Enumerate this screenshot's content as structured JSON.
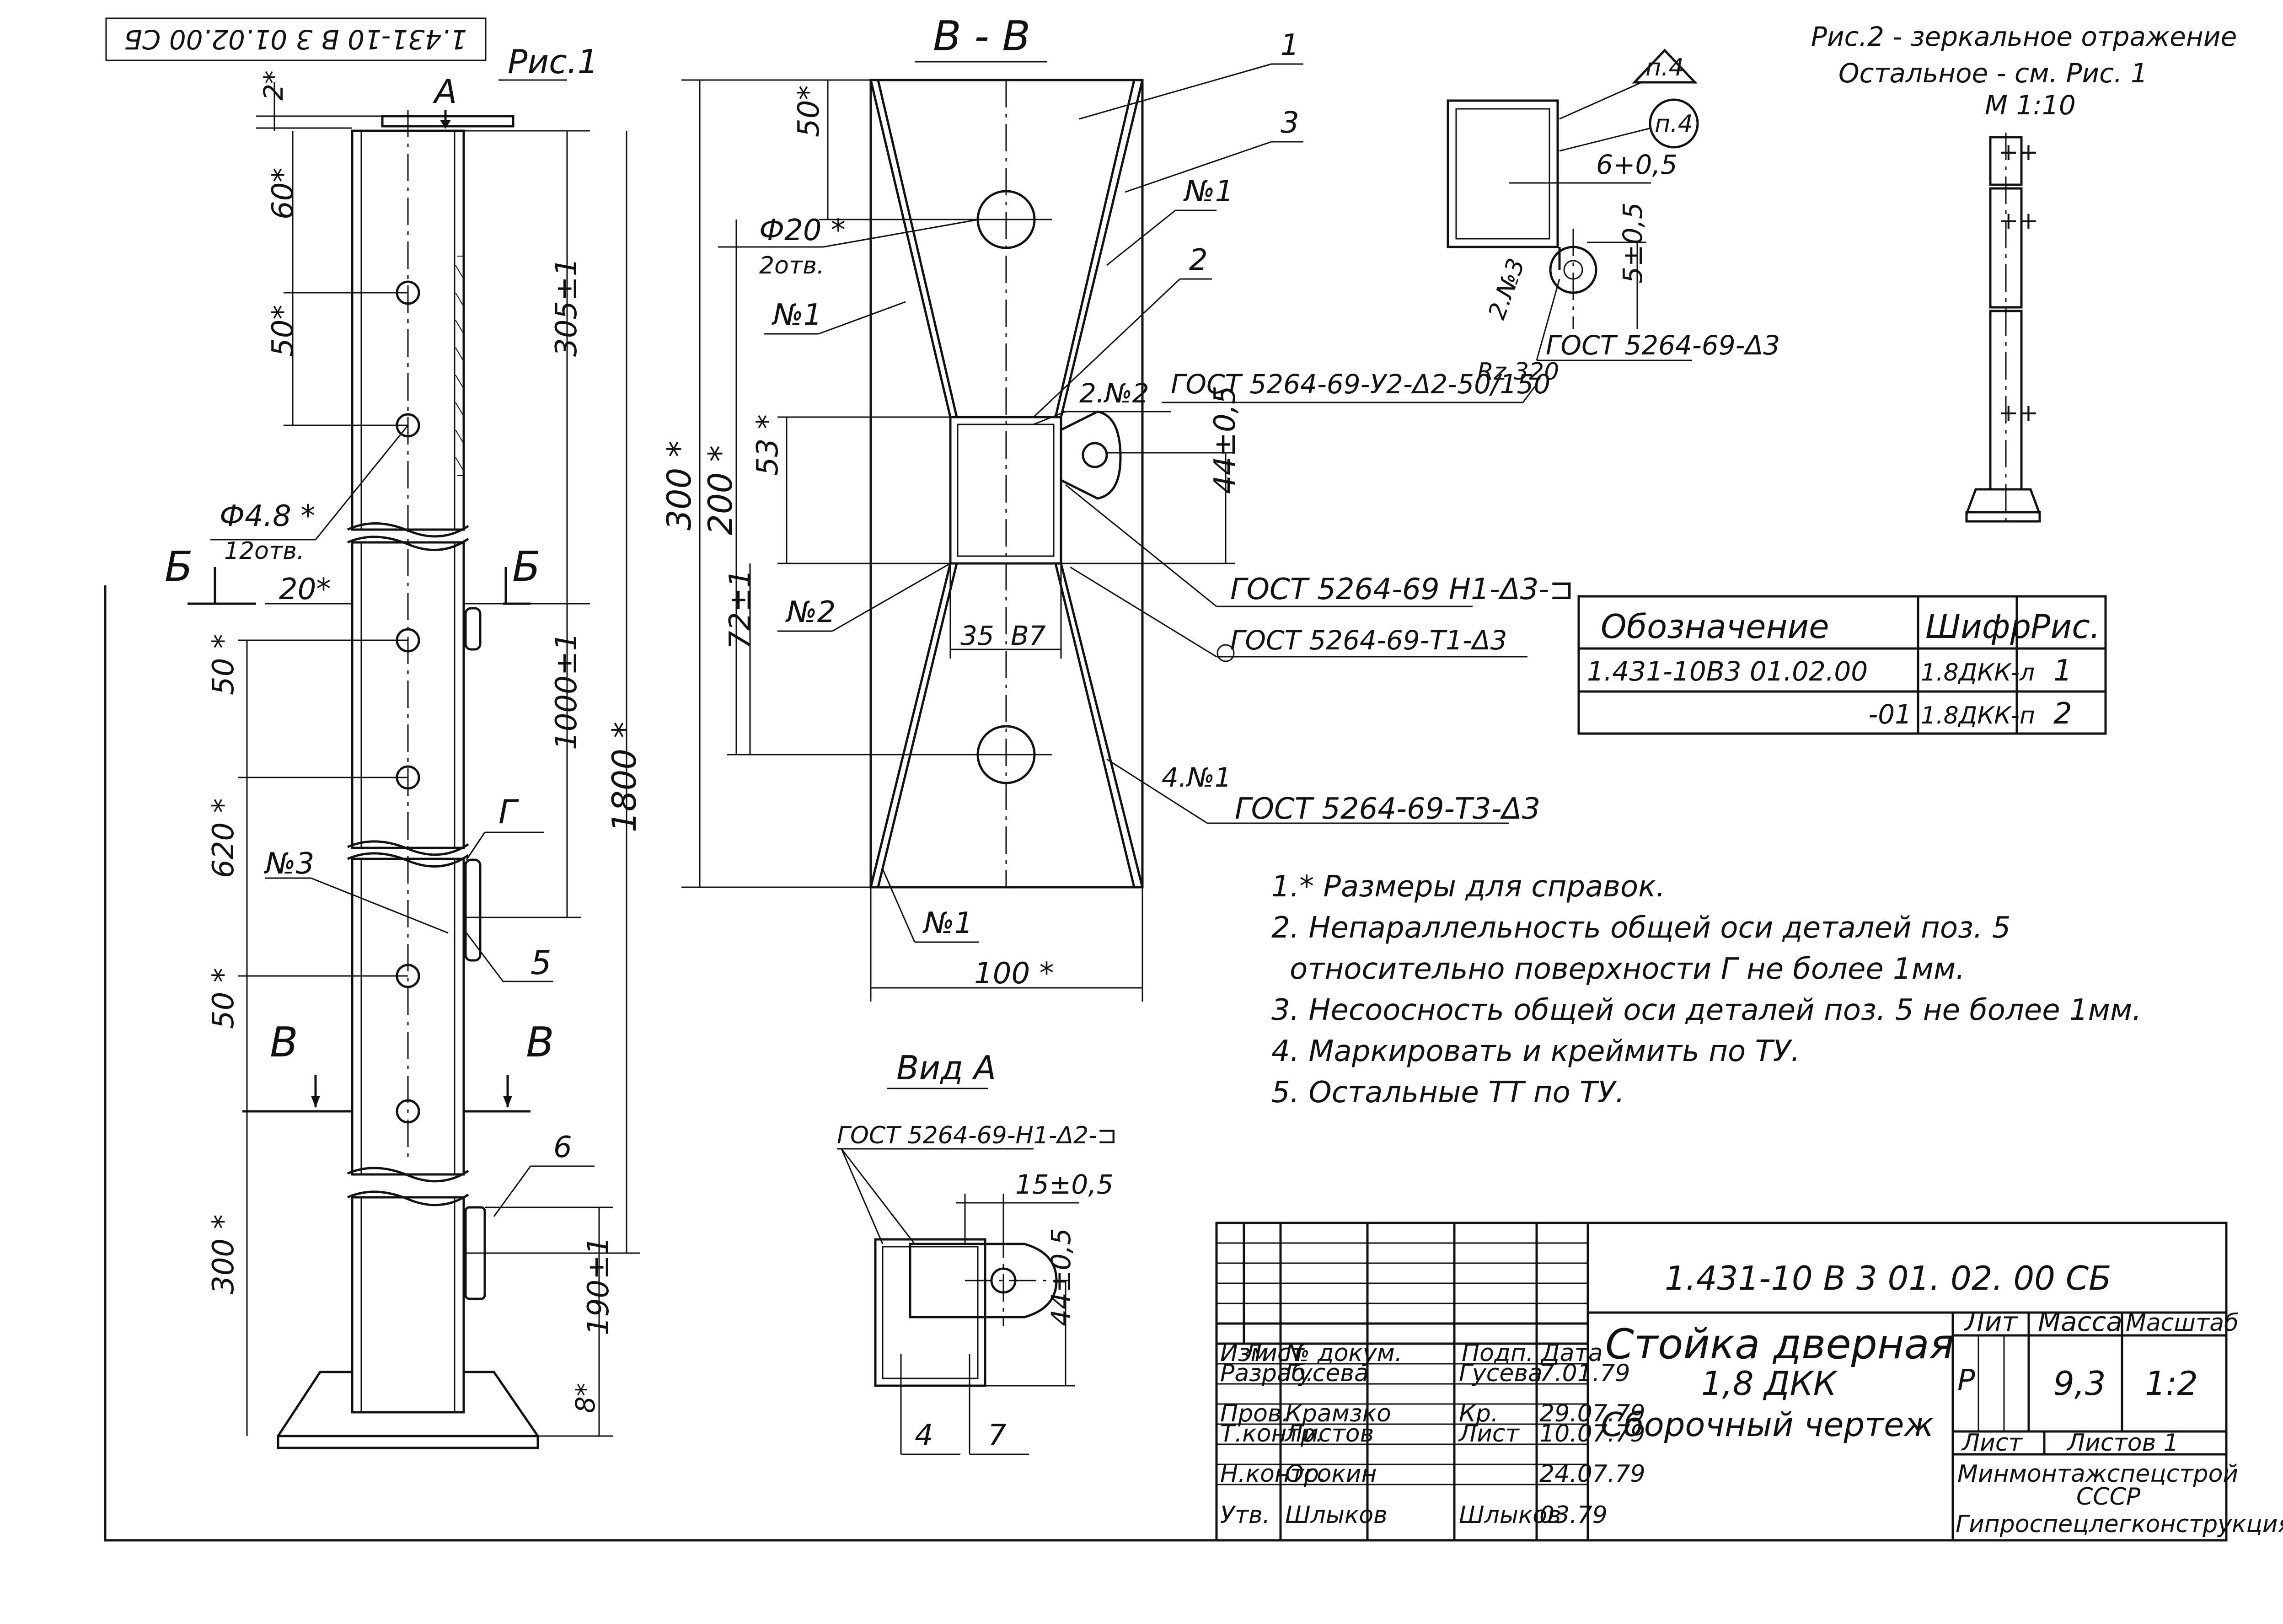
{
  "stamp_top_left": "1.431-10 B 3 01.02.00 СБ",
  "fig1": {
    "title": "Рис.1",
    "view_a_mark": "А",
    "dims": {
      "d_2": "2*",
      "d_60": "60*",
      "d_50_top": "50*",
      "d_305": "305±1",
      "hole": "Ф4.8 *",
      "holes_count": "12отв.",
      "section_b": "Б",
      "d_20": "20*",
      "d_50_mid": "50 *",
      "d_1000": "1000±1",
      "d_620": "620 *",
      "d_1800": "1800 *",
      "pos3": "№3",
      "mark_g": "Г",
      "pos5": "5",
      "d_50_low": "50 *",
      "section_v": "В",
      "pos6": "6",
      "d_300": "300 *",
      "d_190": "190±1",
      "d_8": "8*"
    }
  },
  "section_vv": {
    "title": "В - В",
    "pos1": "1",
    "pos3": "3",
    "weld_n1": "№1",
    "pos2": "2",
    "d_50": "50*",
    "d_hole": "Ф20 *",
    "holes": "2отв.",
    "weld_n1_left": "№1",
    "weld_2n2": "2.№2",
    "gost_top": "ГОСТ 5264-69-У2-Δ2-50/150",
    "rz": "Rz 320",
    "d_53": "53 *",
    "d_300": "300 *",
    "d_200": "200 *",
    "d_44": "44±0,5",
    "gost_h1": "ГОСТ 5264-69 Н1-Δ3-⊐",
    "weld_n2": "№2",
    "d_35": "35",
    "d_b7": "В7",
    "gost_t1": "ГОСТ 5264-69-Т1-Δ3",
    "d_72": "72±1",
    "weld_4n1": "4.№1",
    "gost_t3": "ГОСТ 5264-69-Т3-Δ3",
    "weld_n1_bottom": "№1",
    "d_100": "100 *"
  },
  "detail_top": {
    "mark_p4_triangle": "п.4",
    "mark_p4_circle": "п.4",
    "d_6": "6+0,5",
    "d_5": "5±0,5",
    "weld_2n3": "2.№3",
    "gost": "ГОСТ 5264-69-Δ3"
  },
  "fig2": {
    "line1": "Рис.2 - зеркальное отражение",
    "line2": "Остальное - см. Рис. 1",
    "scale": "М 1:10"
  },
  "spec_table": {
    "headers": [
      "Обозначение",
      "Шифр",
      "Рис."
    ],
    "rows": [
      [
        "1.431-10В3 01.02.00",
        "1.8ДКК-л",
        "1"
      ],
      [
        "-01",
        "1.8ДКК-п",
        "2"
      ]
    ]
  },
  "notes": [
    "1.* Размеры для справок.",
    "2. Непараллельность общей оси деталей поз. 5",
    "относительно поверхности Г не более 1мм.",
    "3. Несоосность    общей оси деталей поз. 5 не более 1мм.",
    "4. Маркировать и креймить по ТУ.",
    "5. Остальные  ТТ по ТУ."
  ],
  "view_a": {
    "title": "Вид А",
    "gost": "ГОСТ 5264-69-Н1-Δ2-⊐",
    "d_15": "15±0,5",
    "d_44": "44±0,5",
    "pos4": "4",
    "pos7": "7"
  },
  "title_block": {
    "doc_number": "1.431-10 В 3 01. 02. 00 СБ",
    "name_line1": "Стойка дверная",
    "name_line2": "1,8 ДКК",
    "name_line3": "Сборочный чертеж",
    "head_lit": "Лит",
    "head_mass": "Масса",
    "head_scale": "Масштаб",
    "lit_value": "Р",
    "mass_value": "9,3",
    "scale_value": "1:2",
    "sheet_label": "Лист",
    "sheets_label": "Листов 1",
    "org_line1": "Минмонтажспецстрой",
    "org_line2": "СССР",
    "org_line3": "Гипроспецлегконструкция",
    "col_headers": [
      "Изм",
      "Лист",
      "№ докум.",
      "Подп.",
      "Дата"
    ],
    "rows": [
      [
        "Разраб.",
        "Гусева",
        "Гусева",
        "7.01.79"
      ],
      [
        "Пров.",
        "Крамзко",
        "Кр.",
        "29.07.79"
      ],
      [
        "Т.контр.",
        "Листов",
        "Лист",
        "10.07.79"
      ],
      [
        "Н.контр.",
        "Осокин",
        "",
        "24.07.79"
      ],
      [
        "Утв.",
        "Шлыков",
        "Шлыков",
        "03.79"
      ]
    ]
  }
}
